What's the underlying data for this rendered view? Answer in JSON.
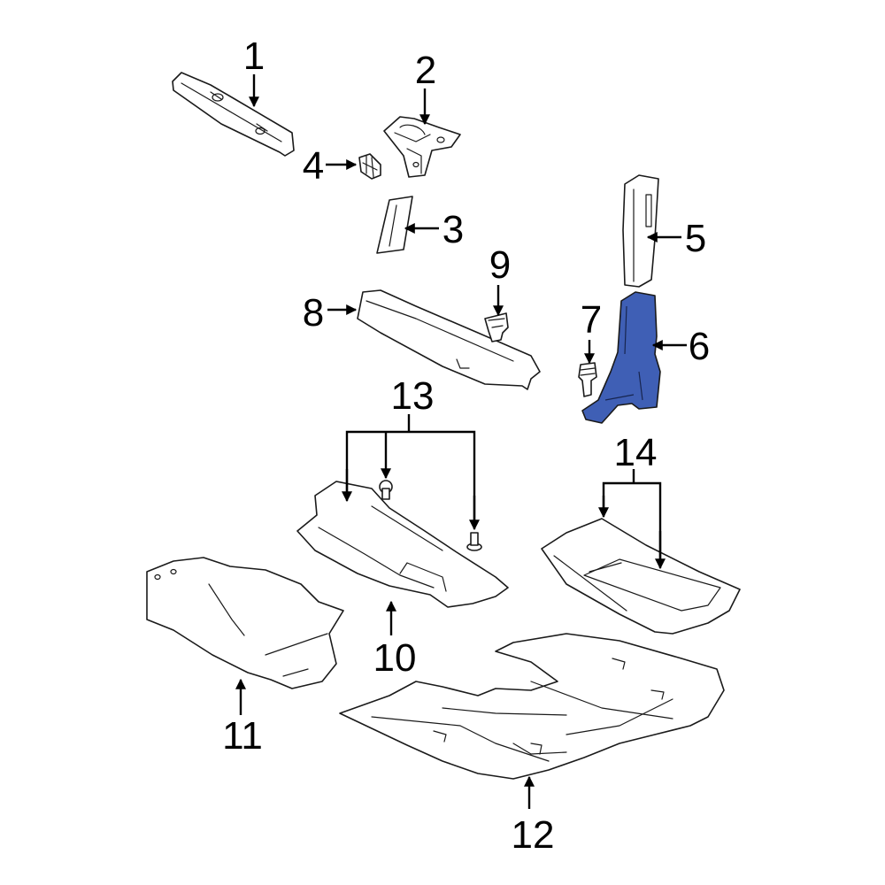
{
  "callouts": {
    "c1": "1",
    "c2": "2",
    "c3": "3",
    "c4": "4",
    "c5": "5",
    "c6": "6",
    "c7": "7",
    "c8": "8",
    "c9": "9",
    "c10": "10",
    "c11": "11",
    "c12": "12",
    "c13": "13",
    "c14": "14"
  },
  "highlight": {
    "part": "6",
    "color": "#3f5fb5"
  }
}
